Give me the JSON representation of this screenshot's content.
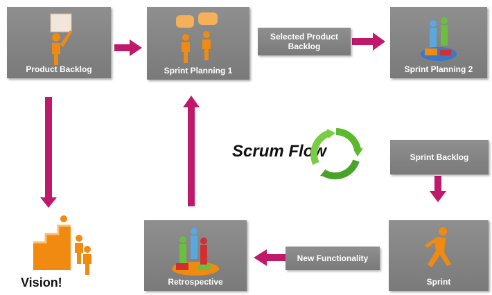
{
  "title": "Scrum Flow",
  "boxes": {
    "product_backlog": "Product Backlog",
    "sprint_planning_1": "Sprint Planning 1",
    "sprint_planning_2": "Sprint Planning 2",
    "retrospective": "Retrospective",
    "sprint": "Sprint"
  },
  "tags": {
    "selected_product_backlog": "Selected Product Backlog",
    "sprint_backlog": "Sprint Backlog",
    "new_functionality": "New Functionality"
  },
  "vision": "Vision!",
  "colors": {
    "box": "#858585",
    "arrow": "#c0186a",
    "figure_orange": "#f08a10",
    "cycle_green": "#5cb82e"
  },
  "icons": [
    "presenter-figure-icon",
    "discussion-figures-icon",
    "puzzle-team-icon",
    "stairs-team-icon",
    "puzzle-team-icon",
    "running-figure-icon",
    "recycle-arrows-icon"
  ]
}
